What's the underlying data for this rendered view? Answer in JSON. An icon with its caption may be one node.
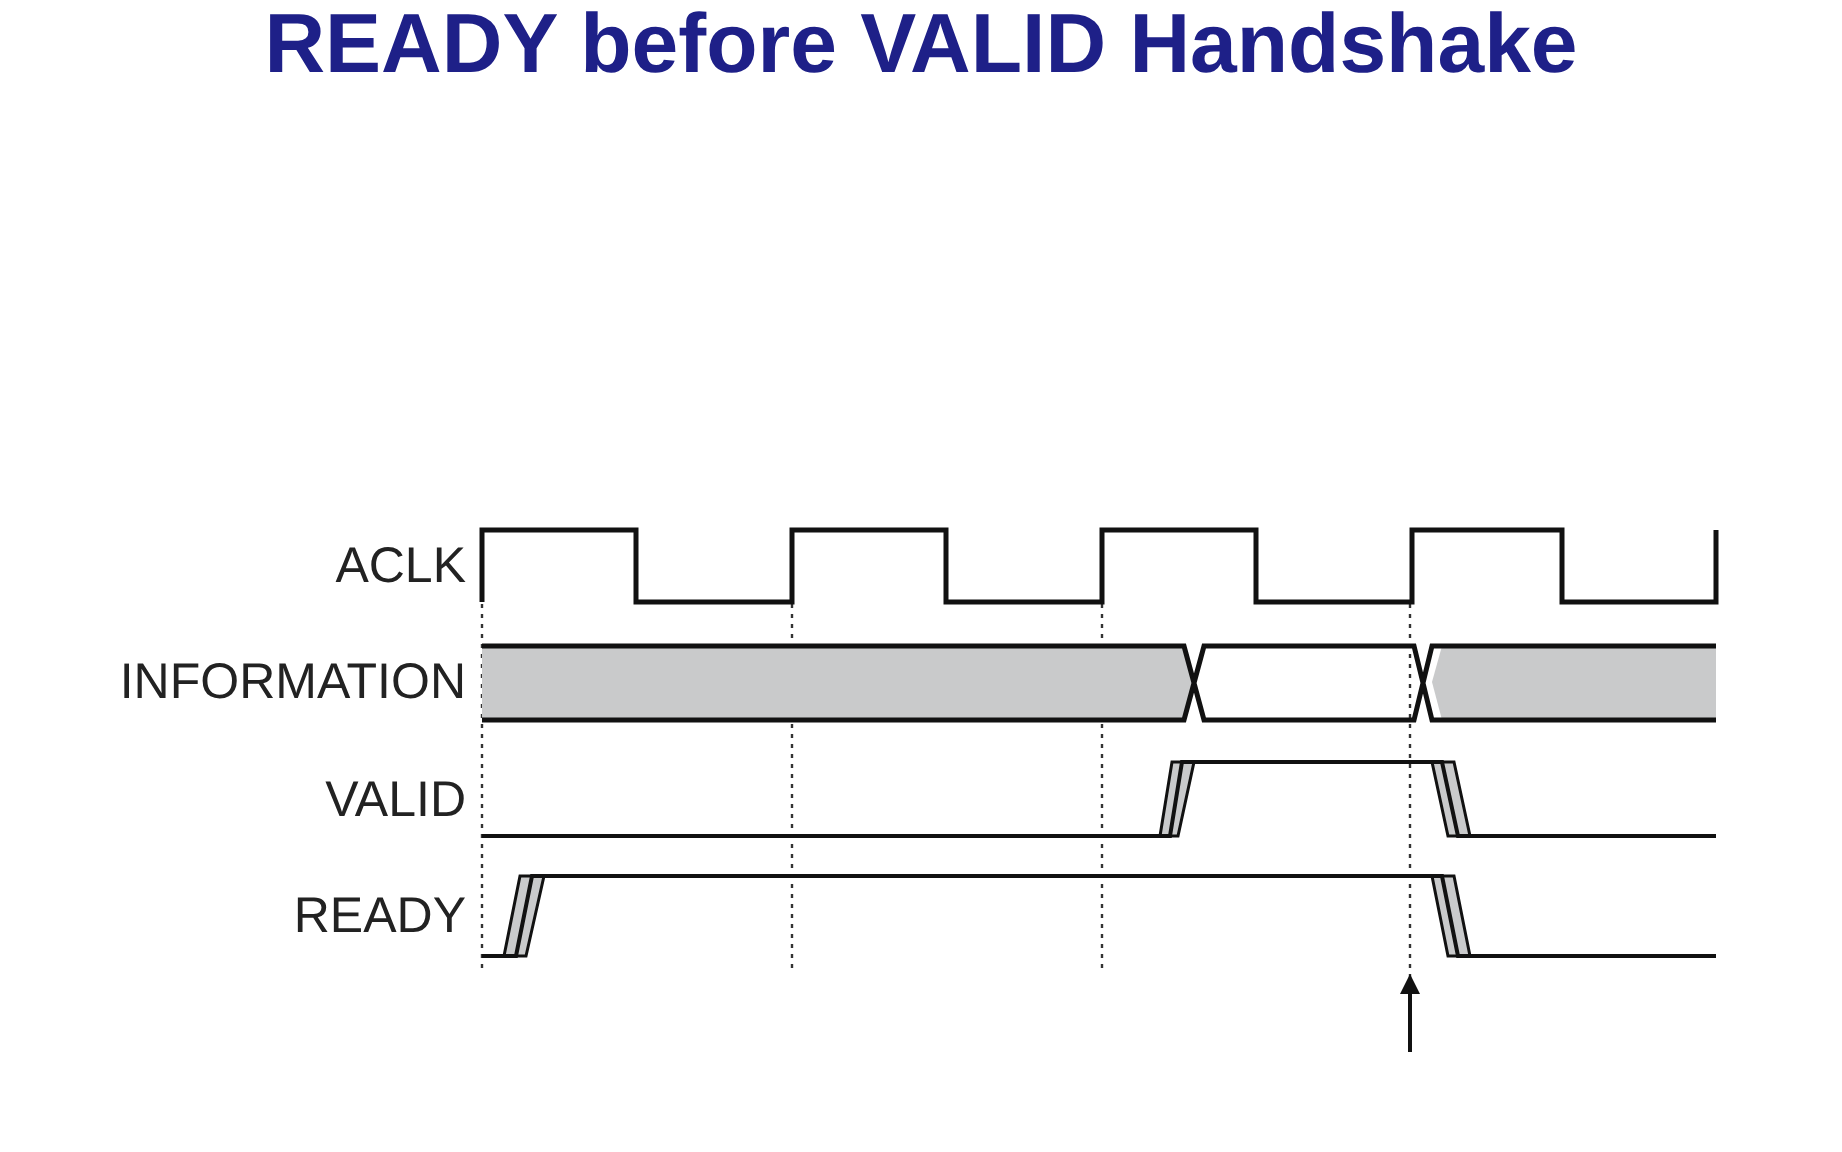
{
  "diagram": {
    "title": "READY before VALID Handshake",
    "labels": [
      "ACLK",
      "INFORMATION",
      "VALID",
      "READY"
    ]
  }
}
